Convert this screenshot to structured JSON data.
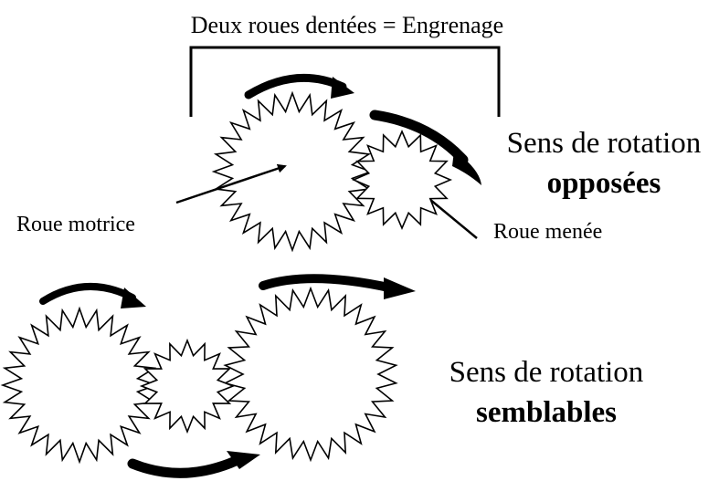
{
  "diagram": {
    "title": "Deux roues dentées = Engrenage",
    "top_pair": {
      "caption_line1": "Sens de rotation",
      "caption_line2": "opposées",
      "driver_label": "Roue motrice",
      "driven_label": "Roue menée"
    },
    "bottom_train": {
      "caption_line1": "Sens de rotation",
      "caption_line2": "semblables"
    }
  },
  "colors": {
    "stroke": "#000000",
    "fill": "#ffffff"
  }
}
